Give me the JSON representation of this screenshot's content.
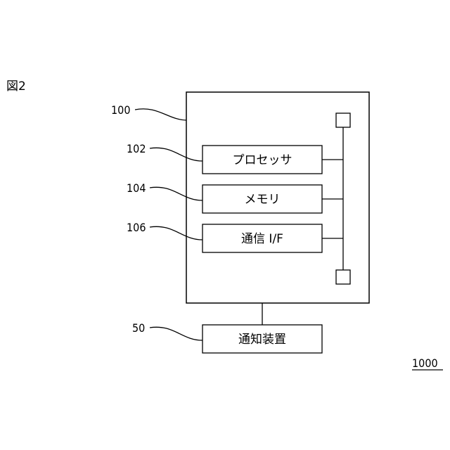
{
  "figure": {
    "label": "図2",
    "assembly_ref": "1000"
  },
  "device": {
    "ref": "100"
  },
  "components": [
    {
      "ref": "102",
      "label": "プロセッサ"
    },
    {
      "ref": "104",
      "label": "メモリ"
    },
    {
      "ref": "106",
      "label": "通信 I/F"
    }
  ],
  "external": {
    "ref": "50",
    "label": "通知装置"
  }
}
